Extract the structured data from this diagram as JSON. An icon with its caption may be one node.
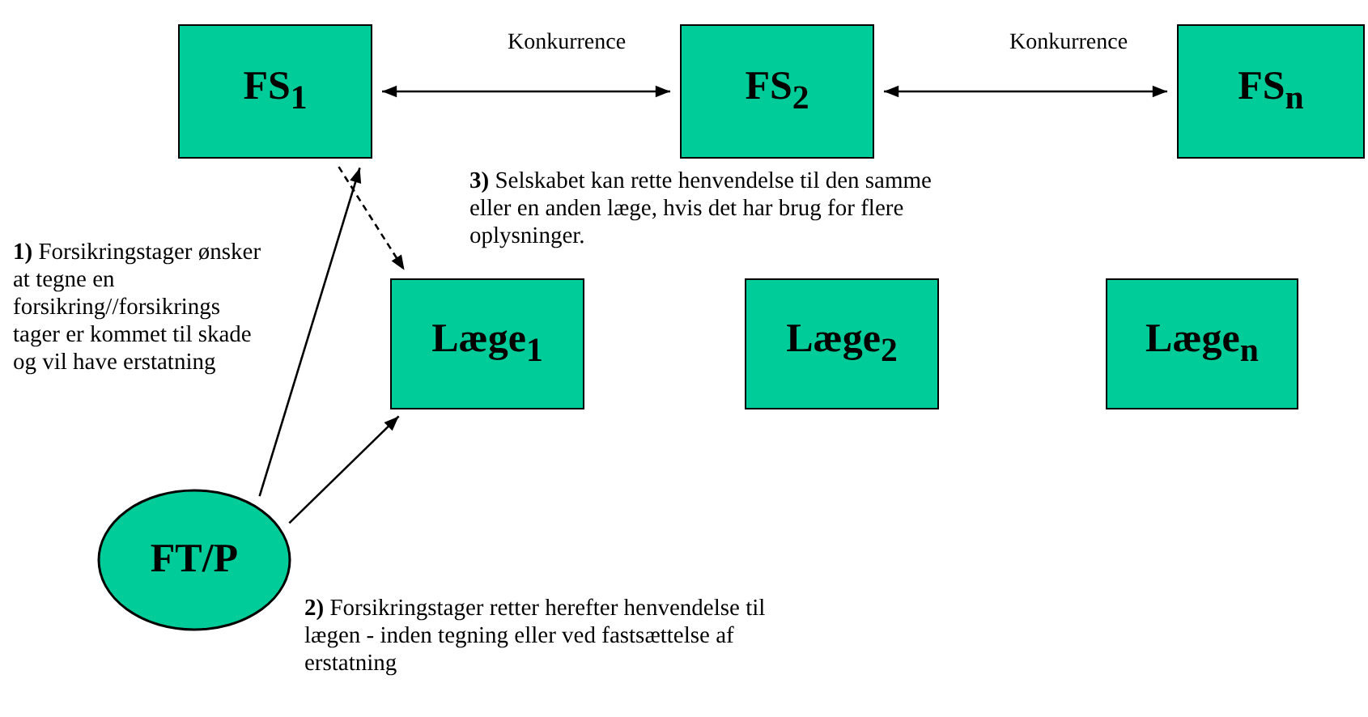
{
  "diagram": {
    "nodes": [
      {
        "text": [
          "FS$_{1}$"
        ]
      },
      {
        "text": [
          "FS$_{2}$"
        ]
      },
      {
        "text": [
          "FS$_{n}$"
        ]
      },
      {
        "text": [
          "Læge$_{1}$"
        ]
      },
      {
        "text": [
          "Læge$_{2}$"
        ]
      },
      {
        "text": [
          "Læge$_{n}$"
        ]
      },
      {
        "text": [
          "FT/P"
        ]
      }
    ],
    "edges": [
      {
        "from": 0,
        "to": 1,
        "arrow": "both",
        "label": "Konkurrence"
      },
      {
        "from": 1,
        "to": 2,
        "arrow": "both",
        "label": "Konkurrence"
      },
      {
        "from": 6,
        "to": 0,
        "arrow": "to"
      },
      {
        "from": 0,
        "to": 3,
        "arrow": "to",
        "style": "dashed"
      },
      {
        "from": 6,
        "to": 3,
        "arrow": "to"
      }
    ],
    "labels": [
      "**1)** Forsikringstager ønsker at tegne en forsikring//forsikrings tager er kommet til skade og vil have erstatning",
      "**3)** Selskabet kan rette henvendelse til den samme eller en anden læge, hvis det har brug for flere oplysninger.",
      "**2)** Forsikringstager retter herefter henvendelse til lægen - inden tegning eller ved fastsættelse af erstatning"
    ]
  }
}
